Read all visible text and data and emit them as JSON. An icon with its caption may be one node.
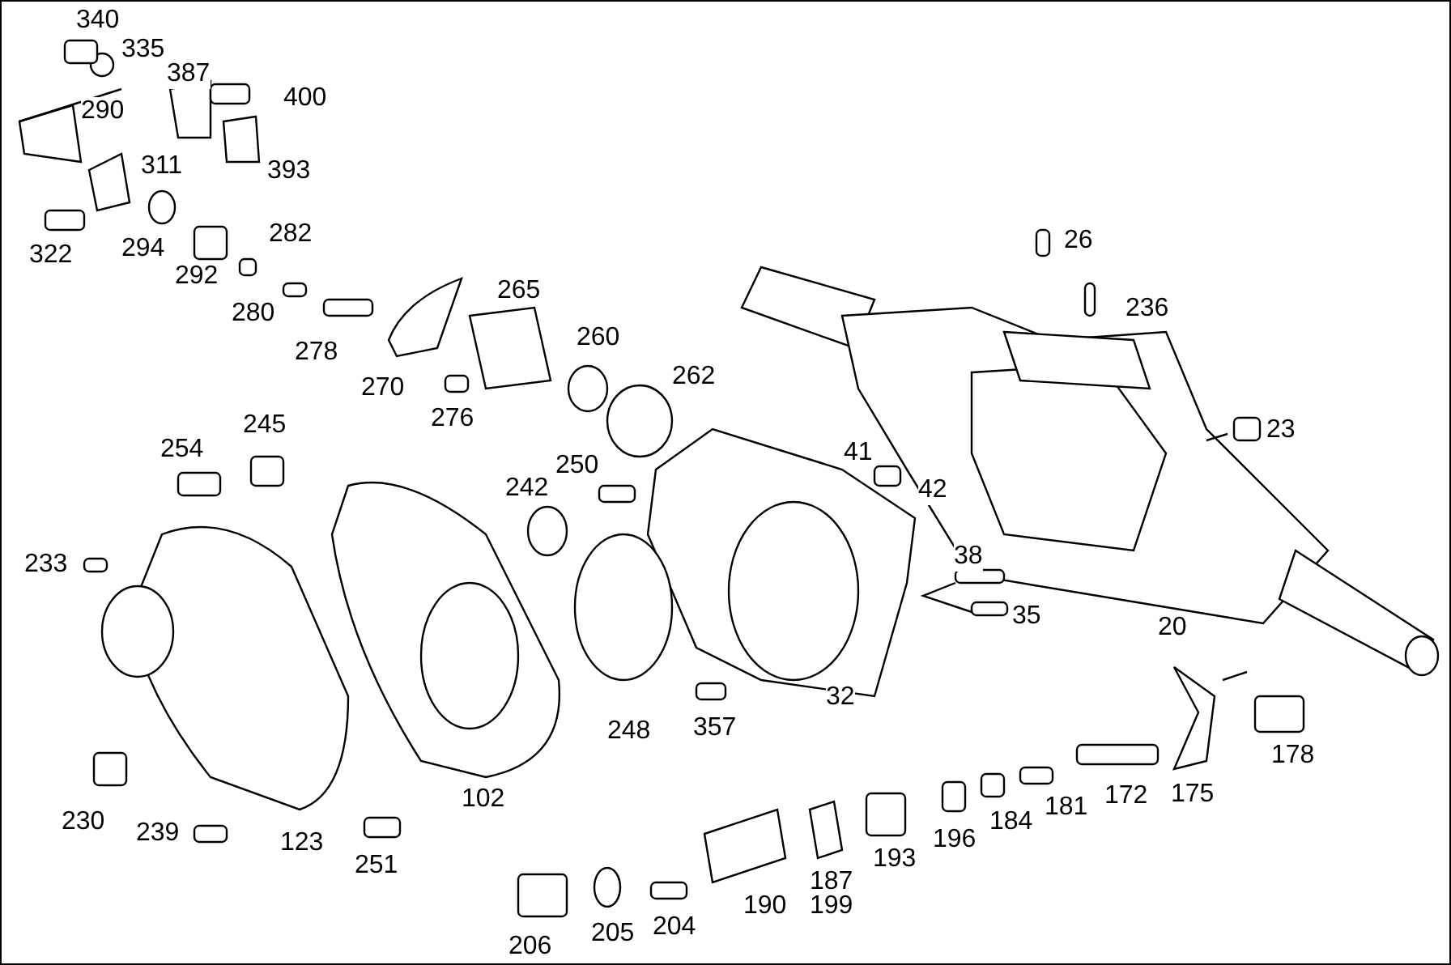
{
  "diagram": {
    "labels": [
      "340",
      "335",
      "387",
      "400",
      "290",
      "311",
      "393",
      "282",
      "322",
      "294",
      "265",
      "292",
      "26",
      "260",
      "236",
      "280",
      "278",
      "262",
      "270",
      "276",
      "245",
      "23",
      "254",
      "41",
      "250",
      "242",
      "42",
      "38",
      "233",
      "35",
      "20",
      "32",
      "357",
      "248",
      "178",
      "102",
      "175",
      "172",
      "181",
      "230",
      "184",
      "239",
      "196",
      "123",
      "193",
      "251",
      "187",
      "204",
      "190",
      "199",
      "205",
      "206"
    ]
  }
}
